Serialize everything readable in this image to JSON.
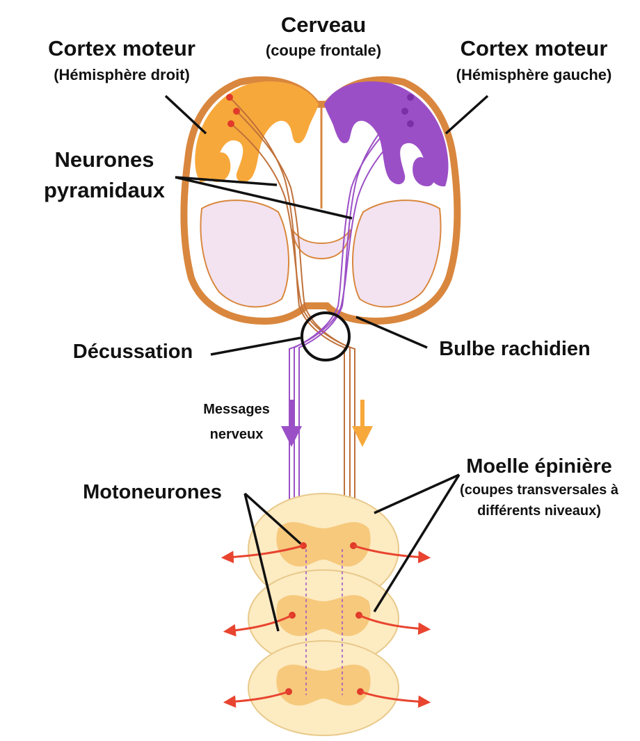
{
  "colors": {
    "right_hemisphere": "#f7a83b",
    "left_hemisphere": "#9b4fc6",
    "brain_outline": "#d9873e",
    "white_matter": "#f3e3f0",
    "spinal_gray": "#f6c97c",
    "spinal_white": "#fdebc2",
    "neuron_dot": "#e03a2a",
    "motor_arrow": "#e8442f",
    "message_purple": "#9b4fc6",
    "message_orange": "#f7a83b"
  },
  "labels": {
    "brain_title": "Cerveau",
    "brain_subtitle": "(coupe frontale)",
    "cortex_right_title": "Cortex moteur",
    "cortex_right_subtitle": "(Hémisphère droit)",
    "cortex_left_title": "Cortex moteur",
    "cortex_left_subtitle": "(Hémisphère gauche)",
    "pyramidal_line1": "Neurones",
    "pyramidal_line2": "pyramidaux",
    "decussation": "Décussation",
    "medulla": "Bulbe rachidien",
    "messages_line1": "Messages",
    "messages_line2": "nerveux",
    "motoneurons": "Motoneurones",
    "spinal_title": "Moelle épinière",
    "spinal_sub1": "(coupes transversales à",
    "spinal_sub2": "différents niveaux)"
  }
}
